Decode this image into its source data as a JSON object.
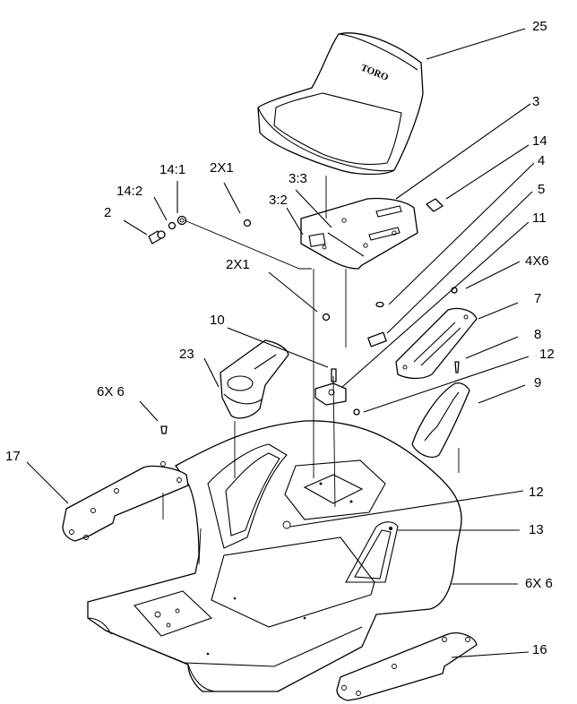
{
  "callouts": [
    {
      "id": "c25",
      "text": "25"
    },
    {
      "id": "c3",
      "text": "3"
    },
    {
      "id": "c14",
      "text": "14"
    },
    {
      "id": "c4",
      "text": "4"
    },
    {
      "id": "c5",
      "text": "5"
    },
    {
      "id": "c11",
      "text": "11"
    },
    {
      "id": "c4x6",
      "text": "4X6"
    },
    {
      "id": "c7",
      "text": "7"
    },
    {
      "id": "c8",
      "text": "8"
    },
    {
      "id": "c12a",
      "text": "12"
    },
    {
      "id": "c9",
      "text": "9"
    },
    {
      "id": "c2x1a",
      "text": "2X1"
    },
    {
      "id": "c33",
      "text": "3:3"
    },
    {
      "id": "c32",
      "text": "3:2"
    },
    {
      "id": "c141",
      "text": "14:1"
    },
    {
      "id": "c142",
      "text": "14:2"
    },
    {
      "id": "c2",
      "text": "2"
    },
    {
      "id": "c2x1b",
      "text": "2X1"
    },
    {
      "id": "c10",
      "text": "10"
    },
    {
      "id": "c23",
      "text": "23"
    },
    {
      "id": "c6x6a",
      "text": "6X 6"
    },
    {
      "id": "c17",
      "text": "17"
    },
    {
      "id": "c12b",
      "text": "12"
    },
    {
      "id": "c13",
      "text": "13"
    },
    {
      "id": "c6x6b",
      "text": "6X 6"
    },
    {
      "id": "c16",
      "text": "16"
    }
  ],
  "seat_logo": "TORO"
}
